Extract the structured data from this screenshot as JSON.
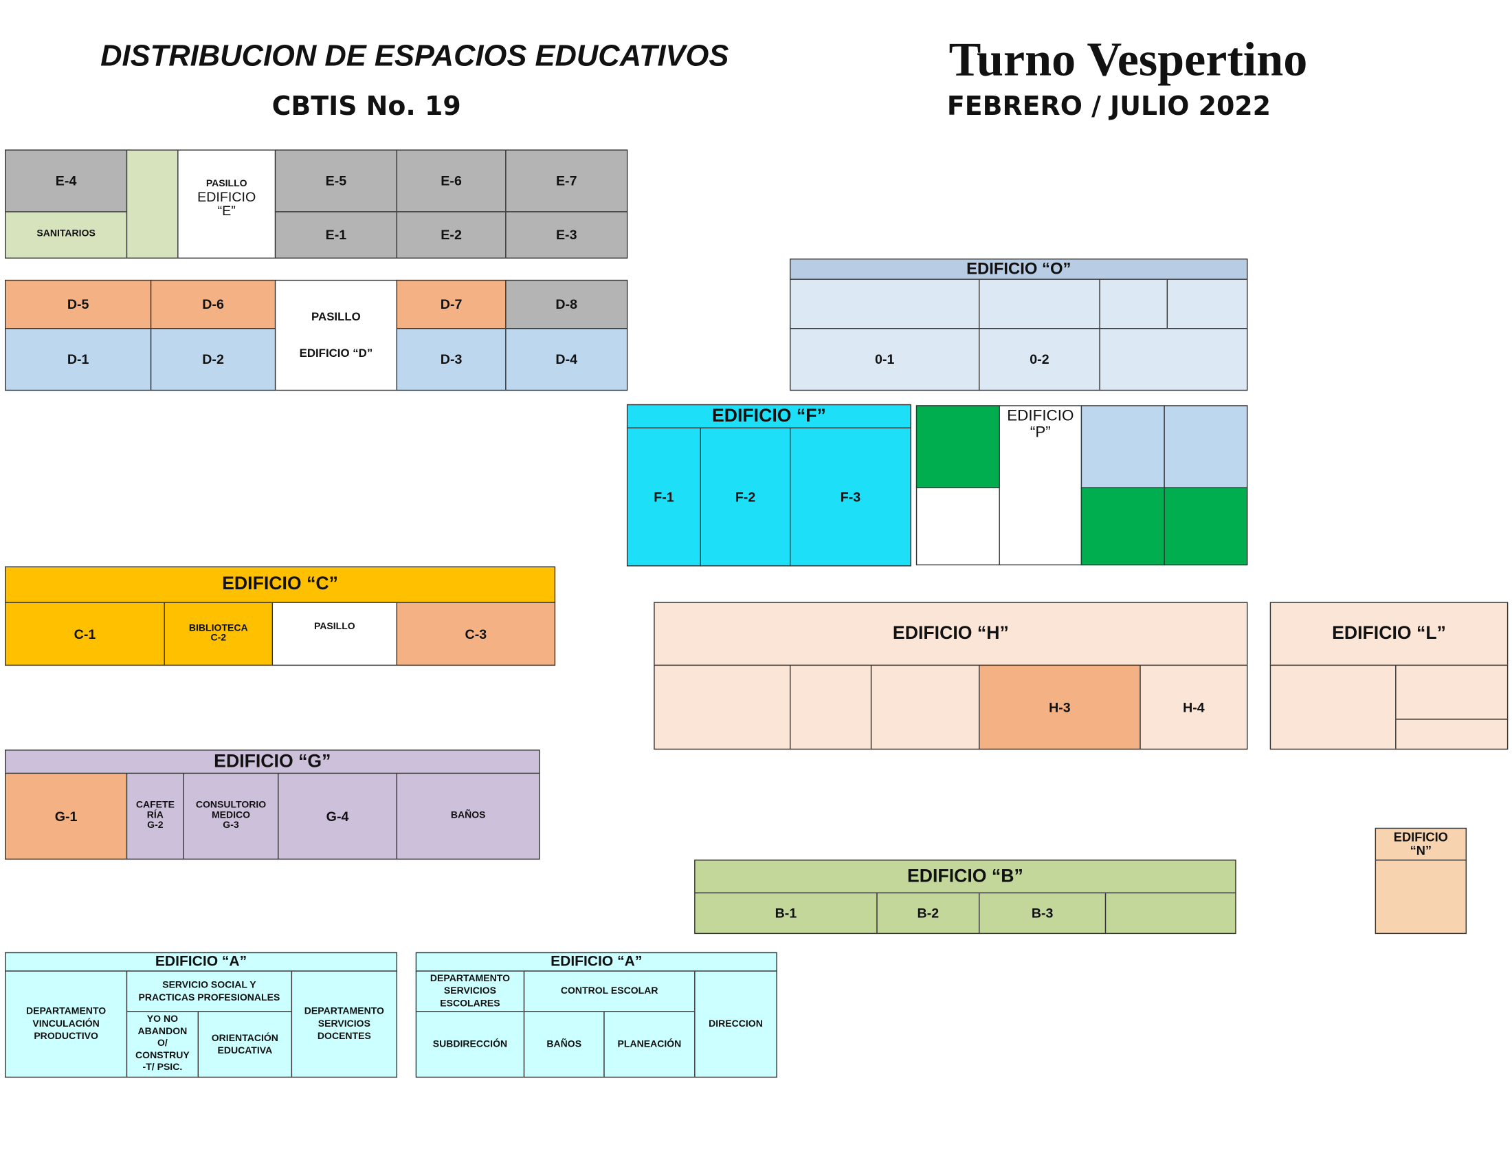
{
  "header": {
    "title": "DISTRIBUCION DE ESPACIOS EDUCATIVOS",
    "school": "CBTIS No. 19",
    "shift": "Turno Vespertino",
    "period": "FEBRERO / JULIO  2022"
  },
  "edificio_e": {
    "e4": "E-4",
    "sanitarios": "SANITARIOS",
    "pasillo": "PASILLO",
    "name": "EDIFICIO\n“E”",
    "e5": "E-5",
    "e6": "E-6",
    "e7": "E-7",
    "e1": "E-1",
    "e2": "E-2",
    "e3": "E-3"
  },
  "edificio_d": {
    "d5": "D-5",
    "d6": "D-6",
    "d7": "D-7",
    "d8": "D-8",
    "d1": "D-1",
    "d2": "D-2",
    "d3": "D-3",
    "d4": "D-4",
    "pasillo": "PASILLO\n\n\nEDIFICIO “D”"
  },
  "edificio_o": {
    "title": "EDIFICIO “O”",
    "o1": "0-1",
    "o2": "0-2"
  },
  "edificio_f": {
    "title": "EDIFICIO “F”",
    "f1": "F-1",
    "f2": "F-2",
    "f3": "F-3"
  },
  "edificio_p": {
    "title": "EDIFICIO\n“P”"
  },
  "edificio_c": {
    "title": "EDIFICIO “C”",
    "c1": "C-1",
    "biblioteca": "BIBLIOTECA\nC-2",
    "pasillo": "PASILLO",
    "c3": "C-3"
  },
  "edificio_h": {
    "title": "EDIFICIO “H”",
    "h3": "H-3",
    "h4": "H-4"
  },
  "edificio_l": {
    "title": "EDIFICIO “L”"
  },
  "edificio_g": {
    "title": "EDIFICIO “G”",
    "g1": "G-1",
    "cafeteria": "CAFETE\nRÍA\nG-2",
    "consultorio": "CONSULTORIO\nMEDICO\nG-3",
    "g4": "G-4",
    "banos": "BAÑOS"
  },
  "edificio_n": {
    "title": "EDIFICIO\n“N”"
  },
  "edificio_b": {
    "title": "EDIFICIO “B”",
    "b1": "B-1",
    "b2": "B-2",
    "b3": "B-3"
  },
  "edificio_a1": {
    "title": "EDIFICIO “A”",
    "vinculacion": "DEPARTAMENTO\nVINCULACIÓN\nPRODUCTIVO",
    "servicio_social": "SERVICIO SOCIAL Y\nPRACTICAS PROFESIONALES",
    "yo_no_abandono": "YO NO\nABANDON\nO/\nCONSTRUY\n-T/ PSIC.",
    "orientacion": "ORIENTACIÓN\nEDUCATIVA",
    "docentes": "DEPARTAMENTO\nSERVICIOS\nDOCENTES"
  },
  "edificio_a2": {
    "title": "EDIFICIO “A”",
    "servicios_escolares": "DEPARTAMENTO\nSERVICIOS\nESCOLARES",
    "control_escolar": "CONTROL ESCOLAR",
    "subdireccion": "SUBDIRECCIÓN",
    "banos": "BAÑOS",
    "planeacion": "PLANEACIÓN",
    "direccion": "DIRECCION"
  }
}
